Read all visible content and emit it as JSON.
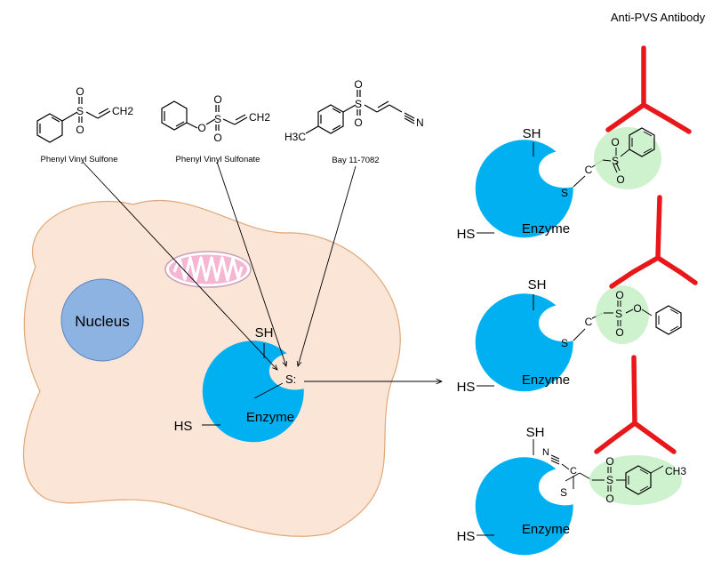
{
  "antibody_label": "Anti-PVS Antibody",
  "inhibitors": [
    {
      "name": "Phenyl Vinyl Sulfone"
    },
    {
      "name": "Phenyl Vinyl Sulfonate"
    },
    {
      "name": "Bay 11-7082"
    }
  ],
  "chem": {
    "ch2": "CH2",
    "s": "S",
    "o": "O",
    "c": "C",
    "n": "N",
    "h3c": "H3C",
    "ch3": "CH3"
  },
  "cell": {
    "nucleus_label": "Nucleus",
    "enzyme_label": "Enzyme",
    "sh_label": "SH",
    "hs_label": "HS",
    "active_site": "S:"
  },
  "products": [
    {
      "enzyme_label": "Enzyme",
      "sh_label": "SH",
      "hs_label": "HS",
      "s_label": "S",
      "c_label": "C"
    },
    {
      "enzyme_label": "Enzyme",
      "sh_label": "SH",
      "hs_label": "HS",
      "s_label": "S",
      "c_label": "C"
    },
    {
      "enzyme_label": "Enzyme",
      "sh_label": "SH",
      "hs_label": "HS",
      "s_label": "S",
      "c_label": "C"
    }
  ],
  "colors": {
    "enzyme": "#00b0f0",
    "nucleus": "#8db3e2",
    "cell": "#fbe5d6",
    "cell_border": "#e0a878",
    "mito": "#f4b6d2",
    "mito_cristae": "#e83e8c",
    "antibody": "#e8181a",
    "highlight": "#c6efc6"
  }
}
